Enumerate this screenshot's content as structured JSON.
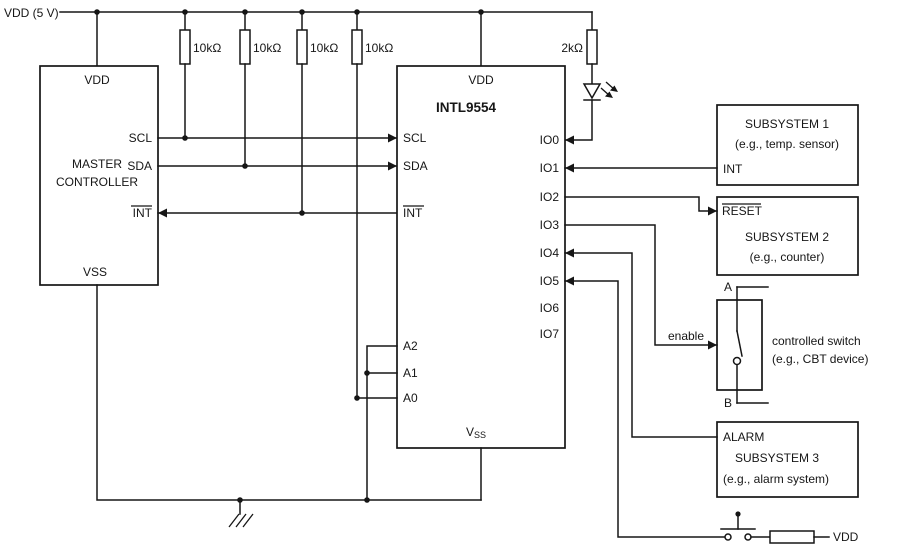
{
  "diagram": {
    "power_rail_label": "VDD (5 V)",
    "pullup_value": "10kΩ",
    "led_resistor_value": "2kΩ",
    "master": {
      "line1": "MASTER",
      "line2": "CONTROLLER",
      "pin_vdd": "VDD",
      "pin_scl": "SCL",
      "pin_sda": "SDA",
      "pin_int": "INT",
      "pin_vss": "VSS"
    },
    "expander": {
      "name": "INTL9554",
      "pin_vdd": "VDD",
      "pin_scl": "SCL",
      "pin_sda": "SDA",
      "pin_int": "INT",
      "pin_a2": "A2",
      "pin_a1": "A1",
      "pin_a0": "A0",
      "pin_vss_base": "V",
      "pin_vss_sub": "SS",
      "io": [
        "IO0",
        "IO1",
        "IO2",
        "IO3",
        "IO4",
        "IO5",
        "IO6",
        "IO7"
      ]
    },
    "subsystem1": {
      "title": "SUBSYSTEM 1",
      "subtitle": "(e.g., temp. sensor)",
      "pin": "INT"
    },
    "subsystem2": {
      "pin": "RESET",
      "title": "SUBSYSTEM 2",
      "subtitle": "(e.g., counter)"
    },
    "switch": {
      "term_a": "A",
      "term_b": "B",
      "signal": "enable",
      "caption1": "controlled switch",
      "caption2": "(e.g., CBT device)"
    },
    "subsystem3": {
      "pin": "ALARM",
      "title": "SUBSYSTEM 3",
      "subtitle": "(e.g., alarm system)"
    },
    "button": {
      "rail": "VDD"
    }
  }
}
